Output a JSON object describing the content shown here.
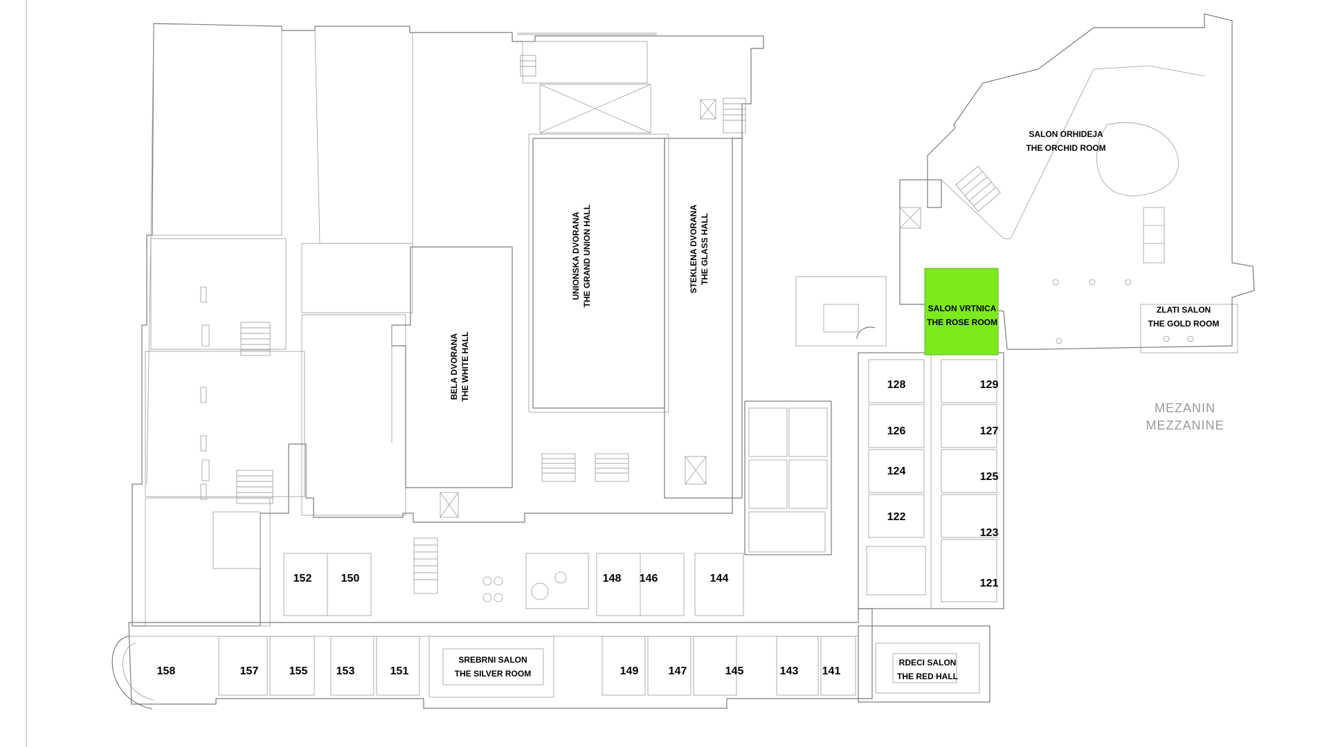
{
  "level": {
    "line1": "MEZANIN",
    "line2": "MEZZANINE"
  },
  "halls": {
    "grand_union": {
      "line1": "UNIONSKA DVORANA",
      "line2": "THE GRAND UNION HALL"
    },
    "glass": {
      "line1": "STEKLENA DVORANA",
      "line2": "THE GLASS HALL"
    },
    "white": {
      "line1": "BELA DVORANA",
      "line2": "THE WHITE HALL"
    },
    "orchid": {
      "line1": "SALON ORHIDEJA",
      "line2": "THE ORCHID ROOM"
    },
    "rose": {
      "line1": "SALON VRTNICA",
      "line2": "THE ROSE ROOM",
      "highlight": "#7cea1c"
    },
    "gold": {
      "line1": "ZLATI SALON",
      "line2": "THE GOLD ROOM"
    },
    "silver": {
      "line1": "SREBRNI SALON",
      "line2": "THE SILVER ROOM"
    },
    "red": {
      "line1": "RDECI SALON",
      "line2": "THE RED HALL"
    }
  },
  "rooms": [
    "128",
    "129",
    "126",
    "127",
    "124",
    "125",
    "122",
    "123",
    "121",
    "152",
    "150",
    "148",
    "146",
    "144",
    "158",
    "157",
    "155",
    "153",
    "151",
    "149",
    "147",
    "145",
    "143",
    "141"
  ]
}
